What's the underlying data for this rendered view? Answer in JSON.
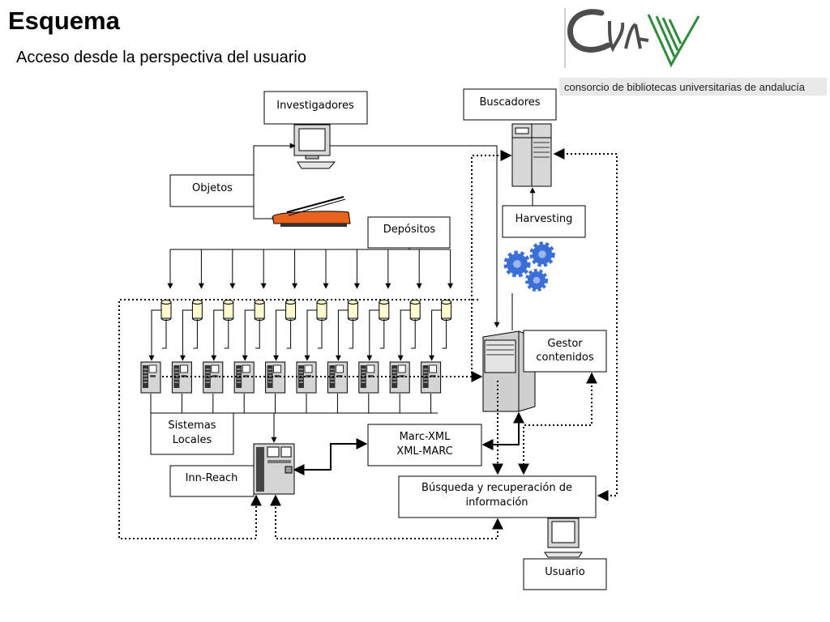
{
  "page": {
    "title": "Esquema",
    "subtitle": "Acceso desde la perspectiva del usuario"
  },
  "logo": {
    "text": "consorcio de bibliotecas universitarias de andalucía",
    "colors": {
      "script": "#4d4d4d",
      "green": "#2e8b3a",
      "bar": "#dddddd"
    }
  },
  "diagram": {
    "boxes": {
      "investigadores": "Investigadores",
      "buscadores": "Buscadores",
      "objetos": "Objetos",
      "harvesting": "Harvesting",
      "depositos": "Depósitos",
      "gestor": [
        "Gestor",
        "contenidos"
      ],
      "sistemas": [
        "Sistemas",
        "Locales"
      ],
      "marc": [
        "Marc-XML",
        "XML-MARC"
      ],
      "innreach": "Inn-Reach",
      "busqueda": [
        "Búsqueda y recuperación de",
        "información"
      ],
      "usuario": "Usuario"
    },
    "icons": [
      "desktop-computer-icon",
      "scanner-icon",
      "server-icon",
      "gears-icon",
      "database-cylinder-icon",
      "terminal-icon",
      "mainframe-icon"
    ],
    "colors": {
      "scanner": "#e8641e",
      "gears": "#3b6fd8",
      "server": "#d7d7d7"
    }
  }
}
